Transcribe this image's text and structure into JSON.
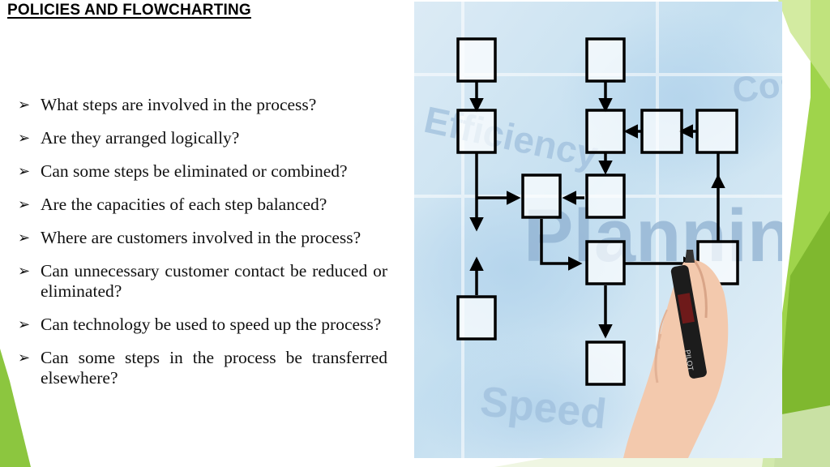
{
  "slide": {
    "title": "POLICIES AND FLOWCHARTING",
    "bullets": [
      "What steps are involved in the process?",
      "Are they arranged logically?",
      "Can some steps be eliminated or combined?",
      "Are the capacities of each step balanced?",
      "Where are customers involved in the process?",
      "Can unnecessary customer contact be reduced or eliminated?",
      "Can technology be used to speed up the process?",
      "Can some steps in the process be transferred elsewhere?"
    ],
    "bullet_icon": "arrowhead-bullet-icon",
    "accent_color": "#8cc63f"
  },
  "picture": {
    "background_words": [
      "Efficiency",
      "Cost",
      "Planning",
      "Speed"
    ],
    "pen_text": "PILOT"
  }
}
